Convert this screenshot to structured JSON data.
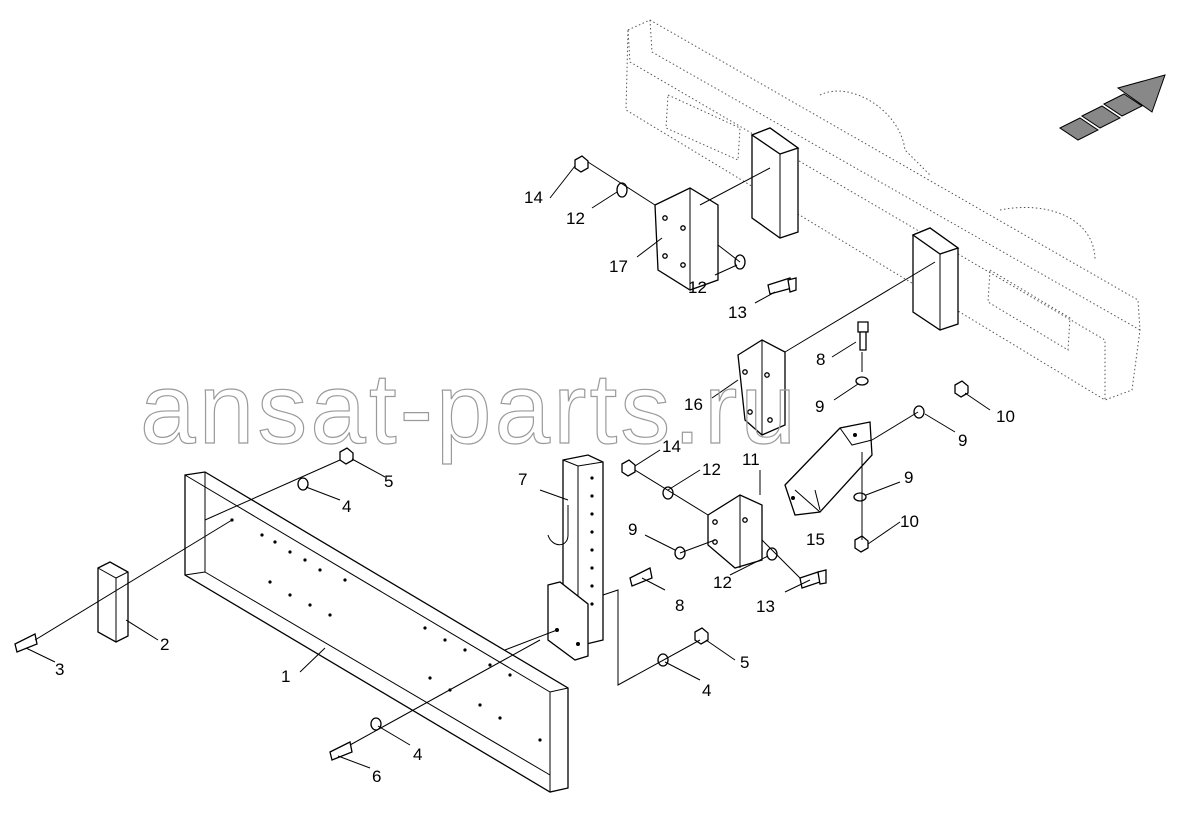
{
  "watermark": "ansat-parts.ru",
  "callouts": {
    "c1": "1",
    "c2": "2",
    "c3": "3",
    "c4a": "4",
    "c4b": "4",
    "c4c": "4",
    "c5a": "5",
    "c5b": "5",
    "c6": "6",
    "c7": "7",
    "c8a": "8",
    "c8b": "8",
    "c9a": "9",
    "c9b": "9",
    "c9c": "9",
    "c9d": "9",
    "c10a": "10",
    "c10b": "10",
    "c11": "11",
    "c12a": "12",
    "c12b": "12",
    "c12c": "12",
    "c12d": "12",
    "c13a": "13",
    "c13b": "13",
    "c14a": "14",
    "c14b": "14",
    "c15": "15",
    "c16": "16",
    "c17": "17"
  },
  "icons": {
    "direction": "forward-direction-arrow-icon"
  }
}
